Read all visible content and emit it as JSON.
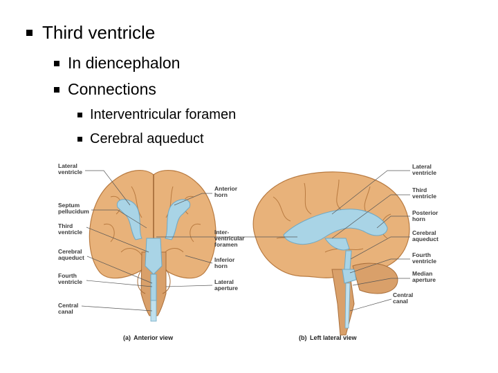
{
  "slide": {
    "title": "Third ventricle",
    "sub_points": [
      "In diencephalon",
      "Connections"
    ],
    "connections": [
      "Interventricular foramen",
      "Cerebral aqueduct"
    ]
  },
  "figure": {
    "anterior_labels_left": [
      [
        "Lateral",
        "ventricle"
      ],
      [
        "Septum",
        "pellucidum"
      ],
      [
        "Third",
        "ventricle"
      ],
      [
        "Cerebral",
        "aqueduct"
      ],
      [
        "Fourth",
        "ventricle"
      ],
      [
        "Central",
        "canal"
      ]
    ],
    "center_labels": [
      [
        "Anterior",
        "horn"
      ],
      [
        "Inter-",
        "ventricular",
        "foramen"
      ],
      [
        "Inferior",
        "horn"
      ],
      [
        "Lateral",
        "aperture"
      ]
    ],
    "lateral_labels_right": [
      [
        "Lateral",
        "ventricle"
      ],
      [
        "Third",
        "ventricle"
      ],
      [
        "Posterior",
        "horn"
      ],
      [
        "Cerebral",
        "aqueduct"
      ],
      [
        "Fourth",
        "ventricle"
      ],
      [
        "Median",
        "aperture"
      ]
    ],
    "lateral_label_central_canal": [
      "Central",
      "canal"
    ],
    "caption_a_letter": "(a)",
    "caption_a": "Anterior view",
    "caption_b_letter": "(b)",
    "caption_b": "Left lateral view",
    "colors": {
      "brain": "#e8b27a",
      "brain_shade": "#c8864a",
      "ventricle": "#a9d4e6",
      "ventricle_edge": "#6fa8c4"
    }
  }
}
